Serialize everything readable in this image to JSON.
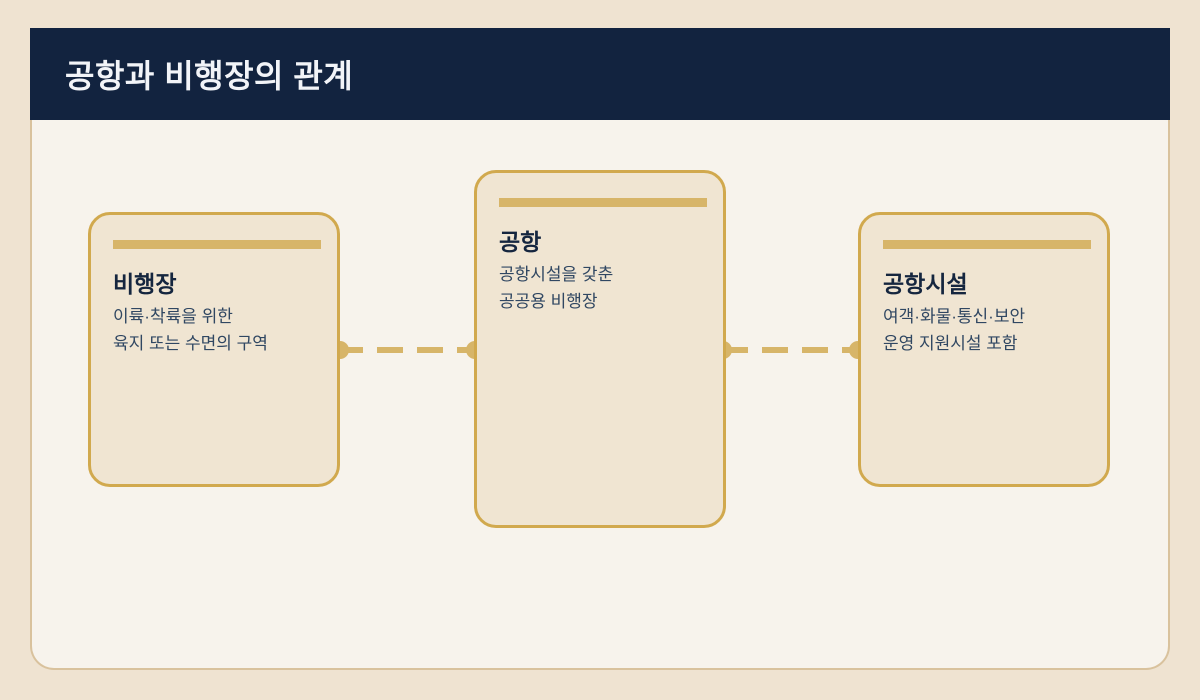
{
  "header": {
    "title": "공항과 비행장의 관계"
  },
  "colors": {
    "page_background": "#efe3d1",
    "header_background": "#12233f",
    "header_text": "#f2f4f8",
    "panel_background": "#f7f3ec",
    "panel_border": "#d9c29d",
    "card_background": "#f0e5d2",
    "card_border": "#d1a94e",
    "accent_gold": "#d7b569",
    "heading_text": "#15263f",
    "body_text": "#304762"
  },
  "diagram": {
    "type": "linear-relationship-chain",
    "connector": {
      "style": "dashed",
      "color": "#d7b569",
      "node_count": 4
    },
    "cards": [
      {
        "id": "airfield",
        "heading": "비행장",
        "body": "이륙·착륙을 위한\n육지 또는 수면의 구역"
      },
      {
        "id": "airport",
        "heading": "공항",
        "body": "공항시설을 갖춘\n공공용 비행장"
      },
      {
        "id": "airport-facility",
        "heading": "공항시설",
        "body": "여객·화물·통신·보안\n운영 지원시설 포함"
      }
    ]
  }
}
